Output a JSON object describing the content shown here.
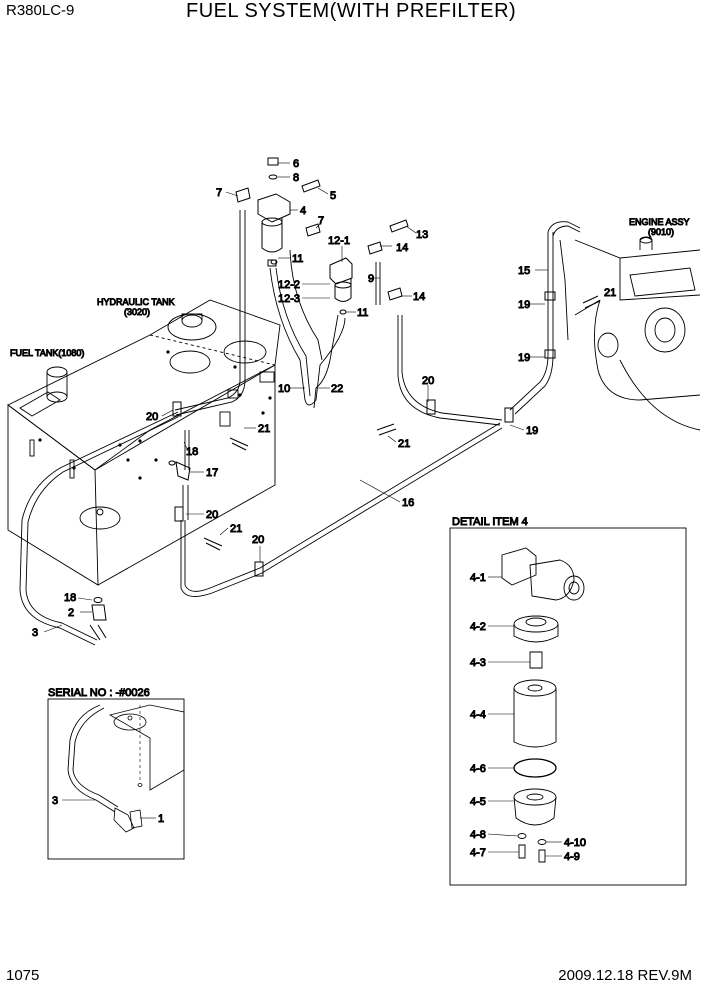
{
  "header": {
    "model": "R380LC-9",
    "title": "FUEL SYSTEM(WITH PREFILTER)"
  },
  "footer": {
    "page": "1075",
    "date_rev": "2009.12.18  REV.9M"
  },
  "captions": {
    "fuel_tank": "FUEL TANK(1080)",
    "hydraulic_tank_1": "HYDRAULIC TANK",
    "hydraulic_tank_2": "(3020)",
    "engine_assy_1": "ENGINE ASSY",
    "engine_assy_2": "(9010)"
  },
  "detail_box": {
    "title": "DETAIL ITEM 4",
    "labels": [
      "4-1",
      "4-2",
      "4-3",
      "4-4",
      "4-6",
      "4-5",
      "4-8",
      "4-7",
      "4-10",
      "4-9"
    ]
  },
  "serial_box": {
    "title": "SERIAL NO : -#0026",
    "labels": [
      "3",
      "1"
    ]
  },
  "part_labels": {
    "p6": "6",
    "p8": "8",
    "p7a": "7",
    "p5": "5",
    "p4": "4",
    "p7b": "7",
    "p13": "13",
    "p12_1": "12-1",
    "p14a": "14",
    "p11a": "11",
    "p12_2": "12-2",
    "p9": "9",
    "p12_3": "12-3",
    "p14b": "14",
    "p11b": "11",
    "p10": "10",
    "p22": "22",
    "p15": "15",
    "p21a": "21",
    "p19a": "19",
    "p19b": "19",
    "p20a": "20",
    "p20b": "20",
    "p21b": "21",
    "p21c": "21",
    "p19c": "19",
    "p18a": "18",
    "p17": "17",
    "p16": "16",
    "p20c": "20",
    "p21d": "21",
    "p20d": "20",
    "p18b": "18",
    "p2": "2",
    "p3": "3"
  }
}
